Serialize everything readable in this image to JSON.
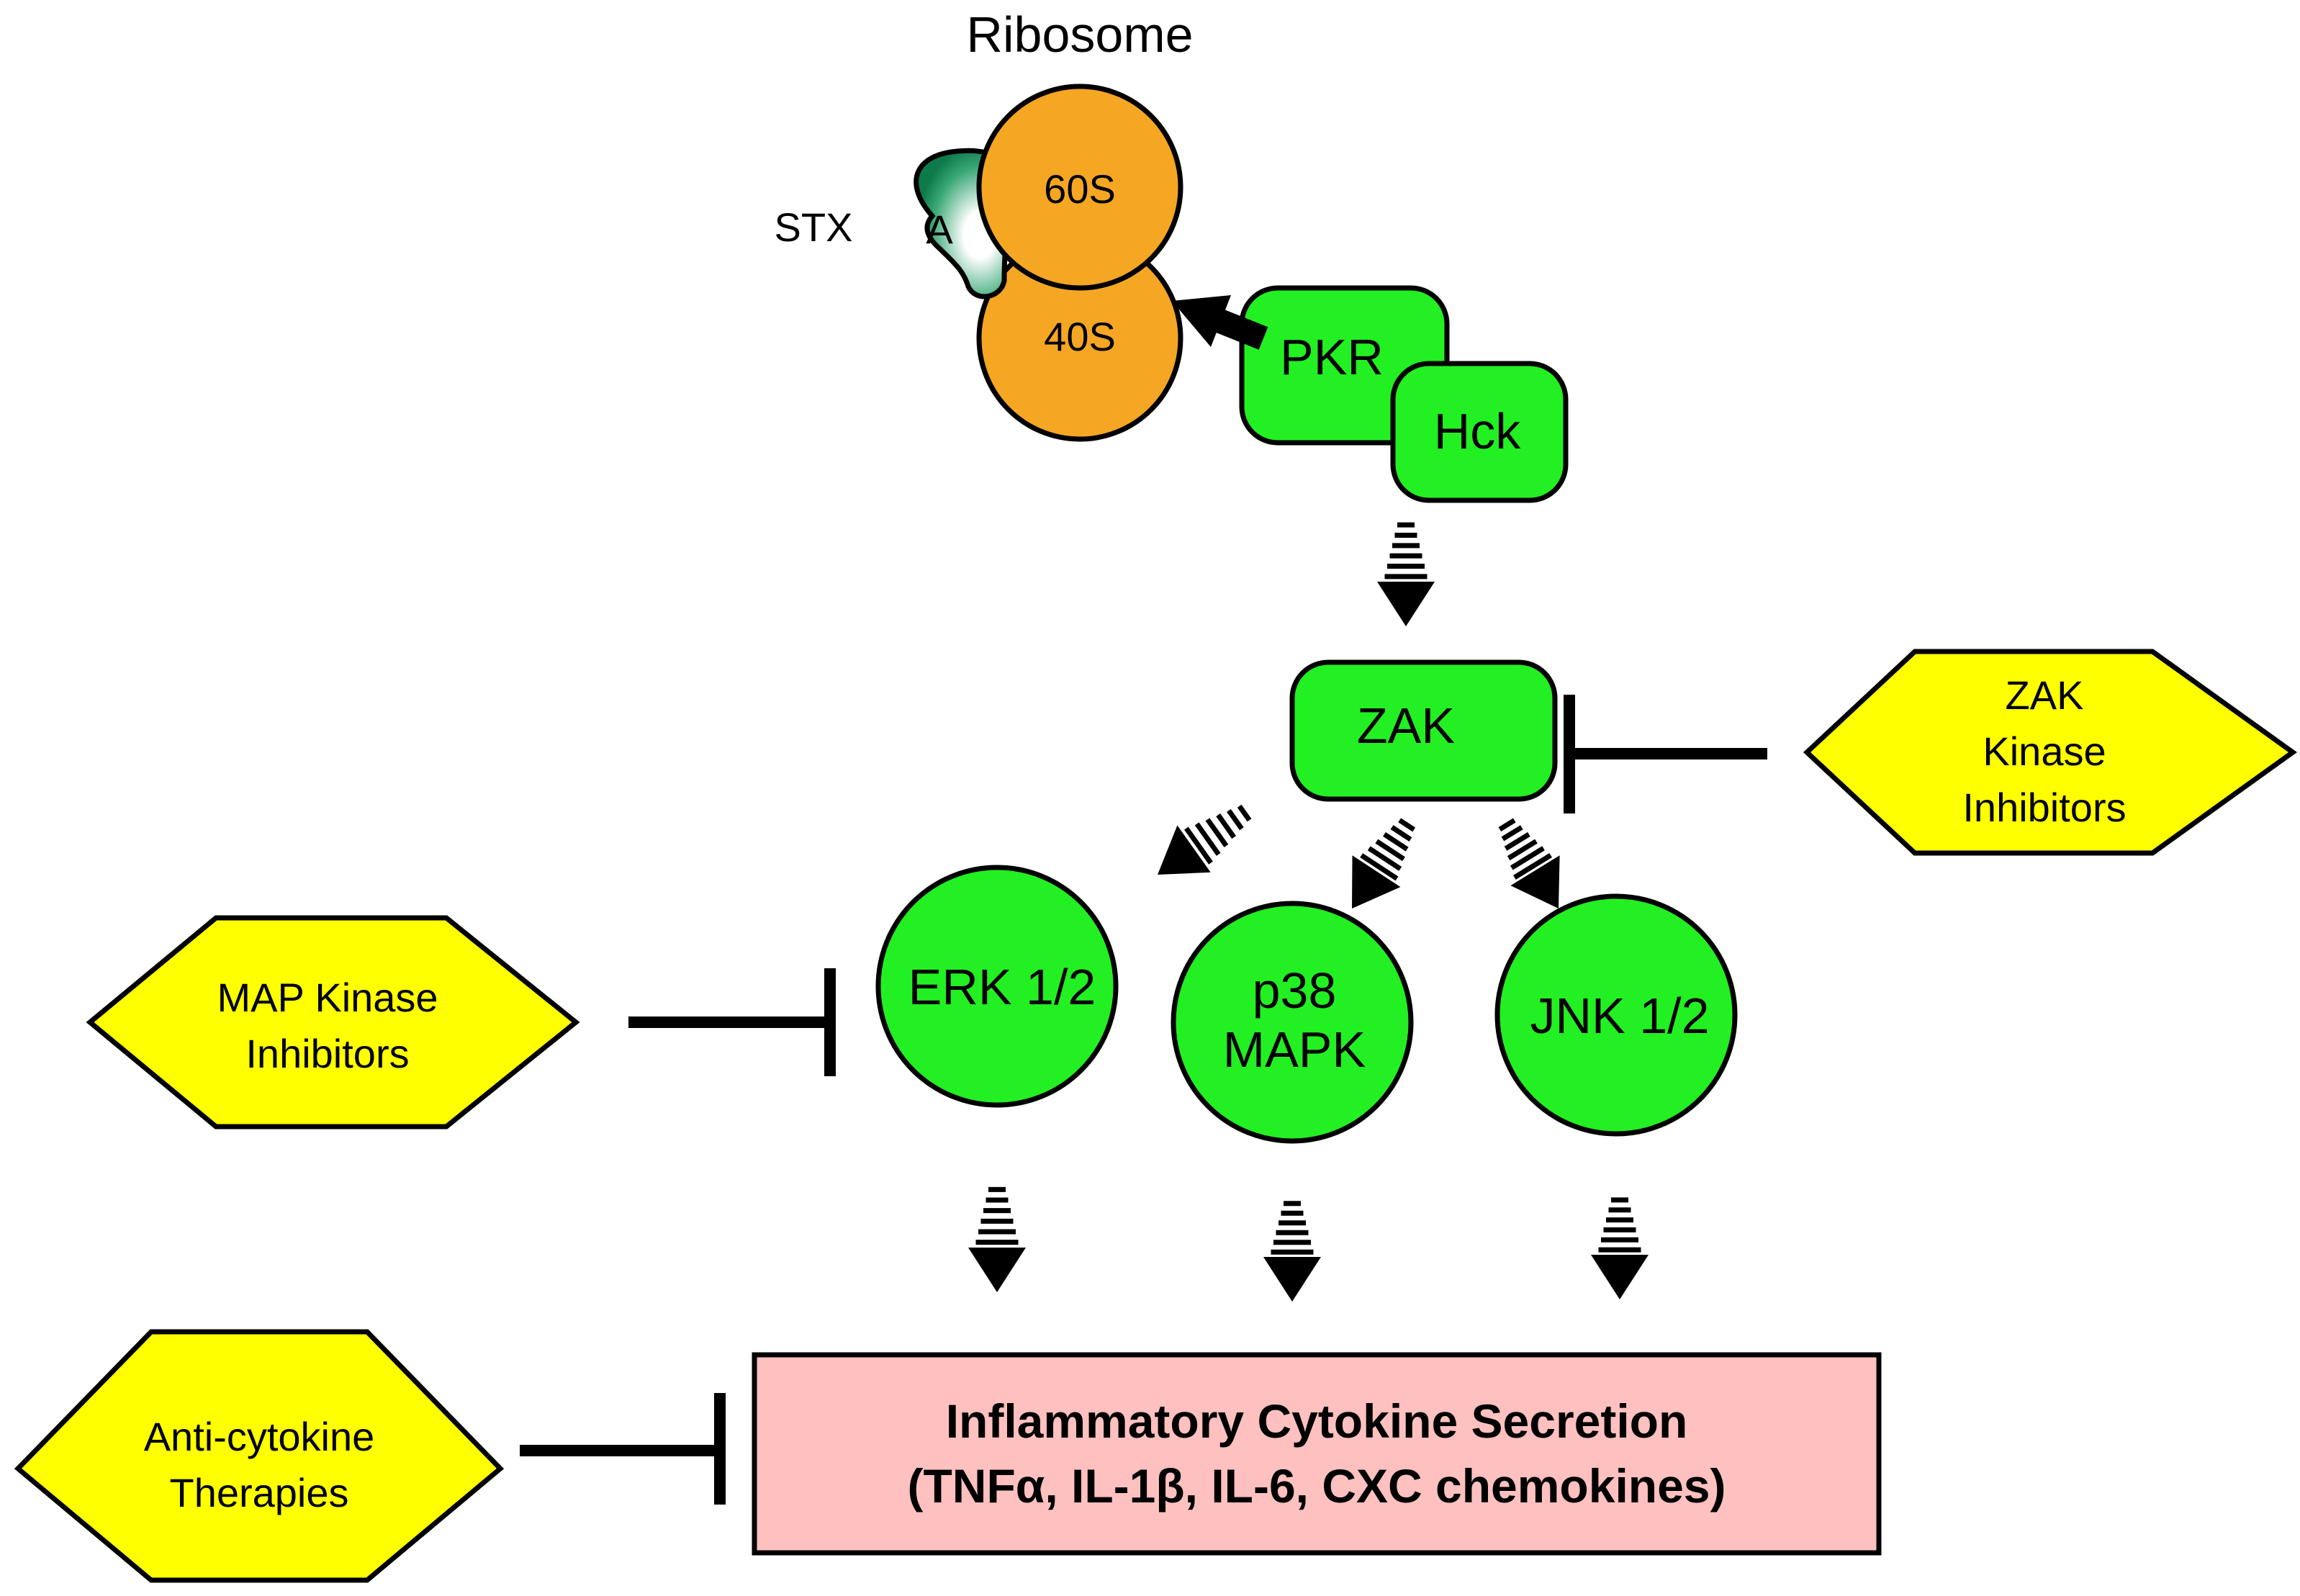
{
  "ribosome": {
    "title": "Ribosome",
    "large_subunit": "60S",
    "small_subunit": "40S"
  },
  "toxin": {
    "name": "STX",
    "subunit": "A"
  },
  "kinases": {
    "pkr": "PKR",
    "hck": "Hck",
    "zak": "ZAK",
    "erk": "ERK 1/2",
    "p38_line1": "p38",
    "p38_line2": "MAPK",
    "jnk": "JNK 1/2"
  },
  "inhibitors": {
    "zak_line1": "ZAK",
    "zak_line2": "Kinase",
    "zak_line3": "Inhibitors",
    "map_line1": "MAP Kinase",
    "map_line2": "Inhibitors",
    "anti_line1": "Anti-cytokine",
    "anti_line2": "Therapies"
  },
  "output": {
    "line1": "Inflammatory Cytokine Secretion",
    "line2": "(TNFα, IL-1β, IL-6, CXC chemokines)"
  },
  "colors": {
    "ribosome": "#F5A623",
    "kinase": "#22F022",
    "inhibitor": "#FFFF00",
    "output_box": "#FFC0C0",
    "toxin_dark": "#0E7A4C",
    "toxin_light": "#FFFFFF"
  }
}
